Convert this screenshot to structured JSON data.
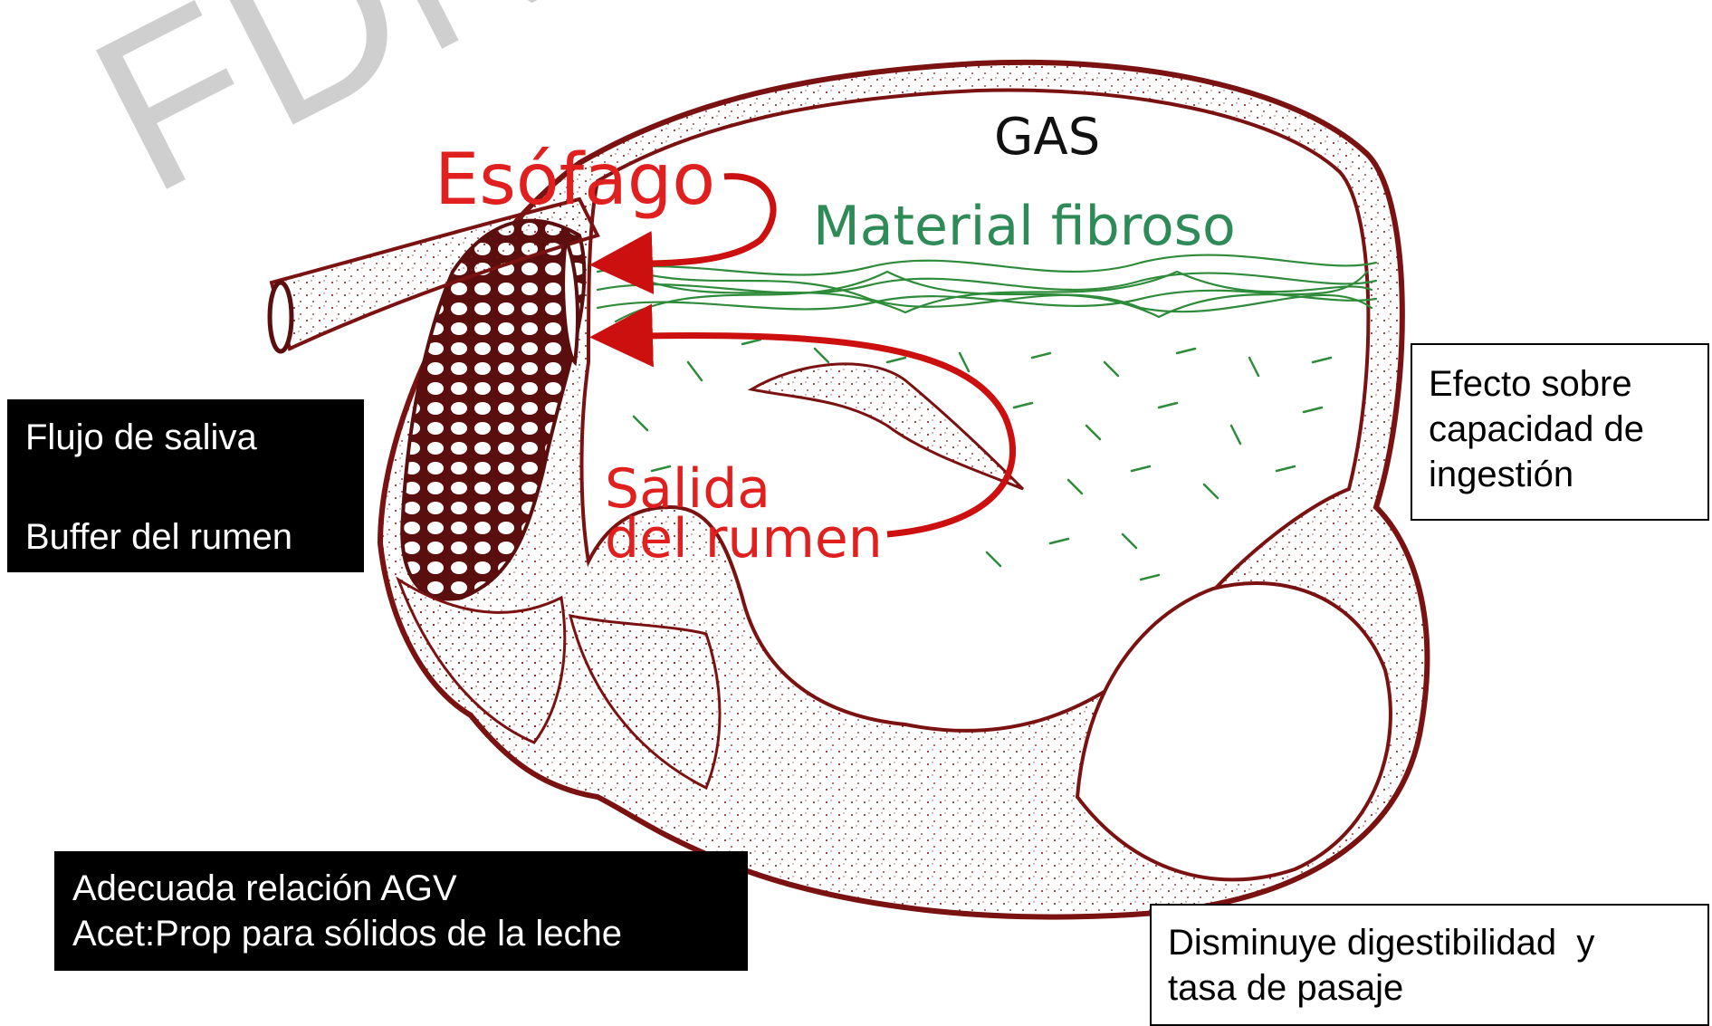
{
  "watermark": {
    "text": "FDN"
  },
  "labels": {
    "gas": "GAS",
    "esofago": "Esófago",
    "material_fibroso": "Material fibroso",
    "salida_line1": "Salida",
    "salida_line2": "del rumen"
  },
  "boxes": {
    "saliva": {
      "line1": "Flujo de saliva",
      "line2": "Buffer del rumen"
    },
    "agv": {
      "line1": "Adecuada relación AGV",
      "line2": "Acet:Prop para sólidos de la leche"
    },
    "efecto": {
      "line1": "Efecto sobre",
      "line2": "capacidad de",
      "line3": "ingestión"
    },
    "digestibilidad": {
      "line1": "Disminuye digestibilidad  y",
      "line2": "tasa de pasaje"
    }
  },
  "colors": {
    "organ_outline": "#7a1212",
    "arrow": "#cc1010",
    "fiber": "#2e8b3a",
    "label_red": "#e0201f",
    "label_green": "#2e8b57",
    "watermark": "#cfcfcf"
  }
}
